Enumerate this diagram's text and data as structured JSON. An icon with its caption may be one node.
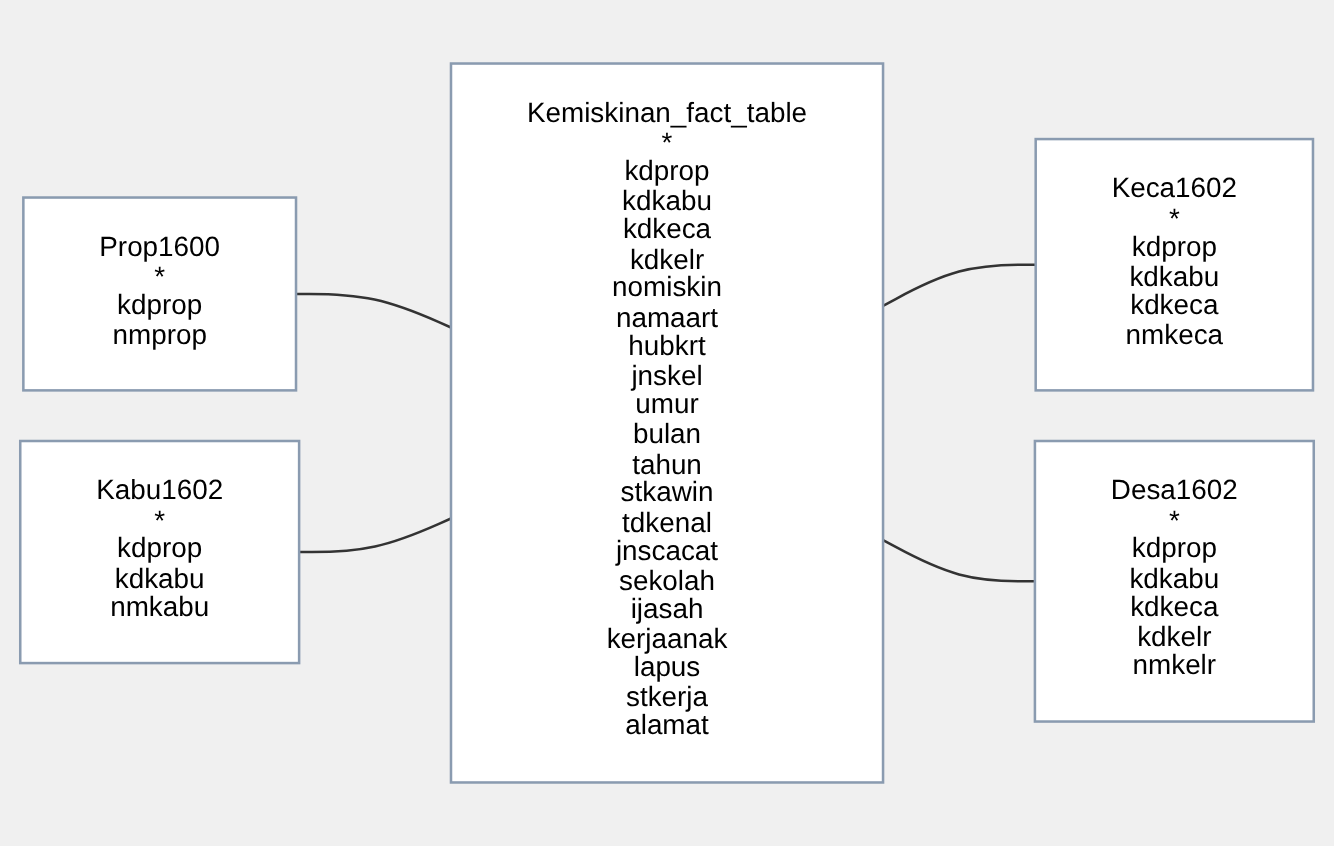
{
  "diagram": {
    "nodes": [
      {
        "text": [
          "Prop1600",
          "*",
          "kdprop",
          "nmprop"
        ]
      },
      {
        "text": [
          "Kabu1602",
          "*",
          "kdprop",
          "kdkabu",
          "nmkabu"
        ]
      },
      {
        "text": [
          "Kemiskinan_fact_table",
          "*",
          "kdprop",
          "kdkabu",
          "kdkeca",
          "kdkelr",
          "nomiskin",
          "namaart",
          "hubkrt",
          "jnskel",
          "umur",
          "bulan",
          "tahun",
          "stkawin",
          "tdkenal",
          "jnscacat",
          "sekolah",
          "ijasah",
          "kerjaanak",
          "lapus",
          "stkerja",
          "alamat"
        ]
      },
      {
        "text": [
          "Keca1602",
          "*",
          "kdprop",
          "kdkabu",
          "kdkeca",
          "nmkeca"
        ]
      },
      {
        "text": [
          "Desa1602",
          "*",
          "kdprop",
          "kdkabu",
          "kdkeca",
          "kdkelr",
          "nmkelr"
        ]
      }
    ],
    "edges": [
      {
        "from": 0,
        "to": 2,
        "arrow": "none"
      },
      {
        "from": 1,
        "to": 2,
        "arrow": "none"
      },
      {
        "from": 2,
        "to": 3,
        "arrow": "none"
      },
      {
        "from": 2,
        "to": 4,
        "arrow": "none"
      }
    ]
  }
}
